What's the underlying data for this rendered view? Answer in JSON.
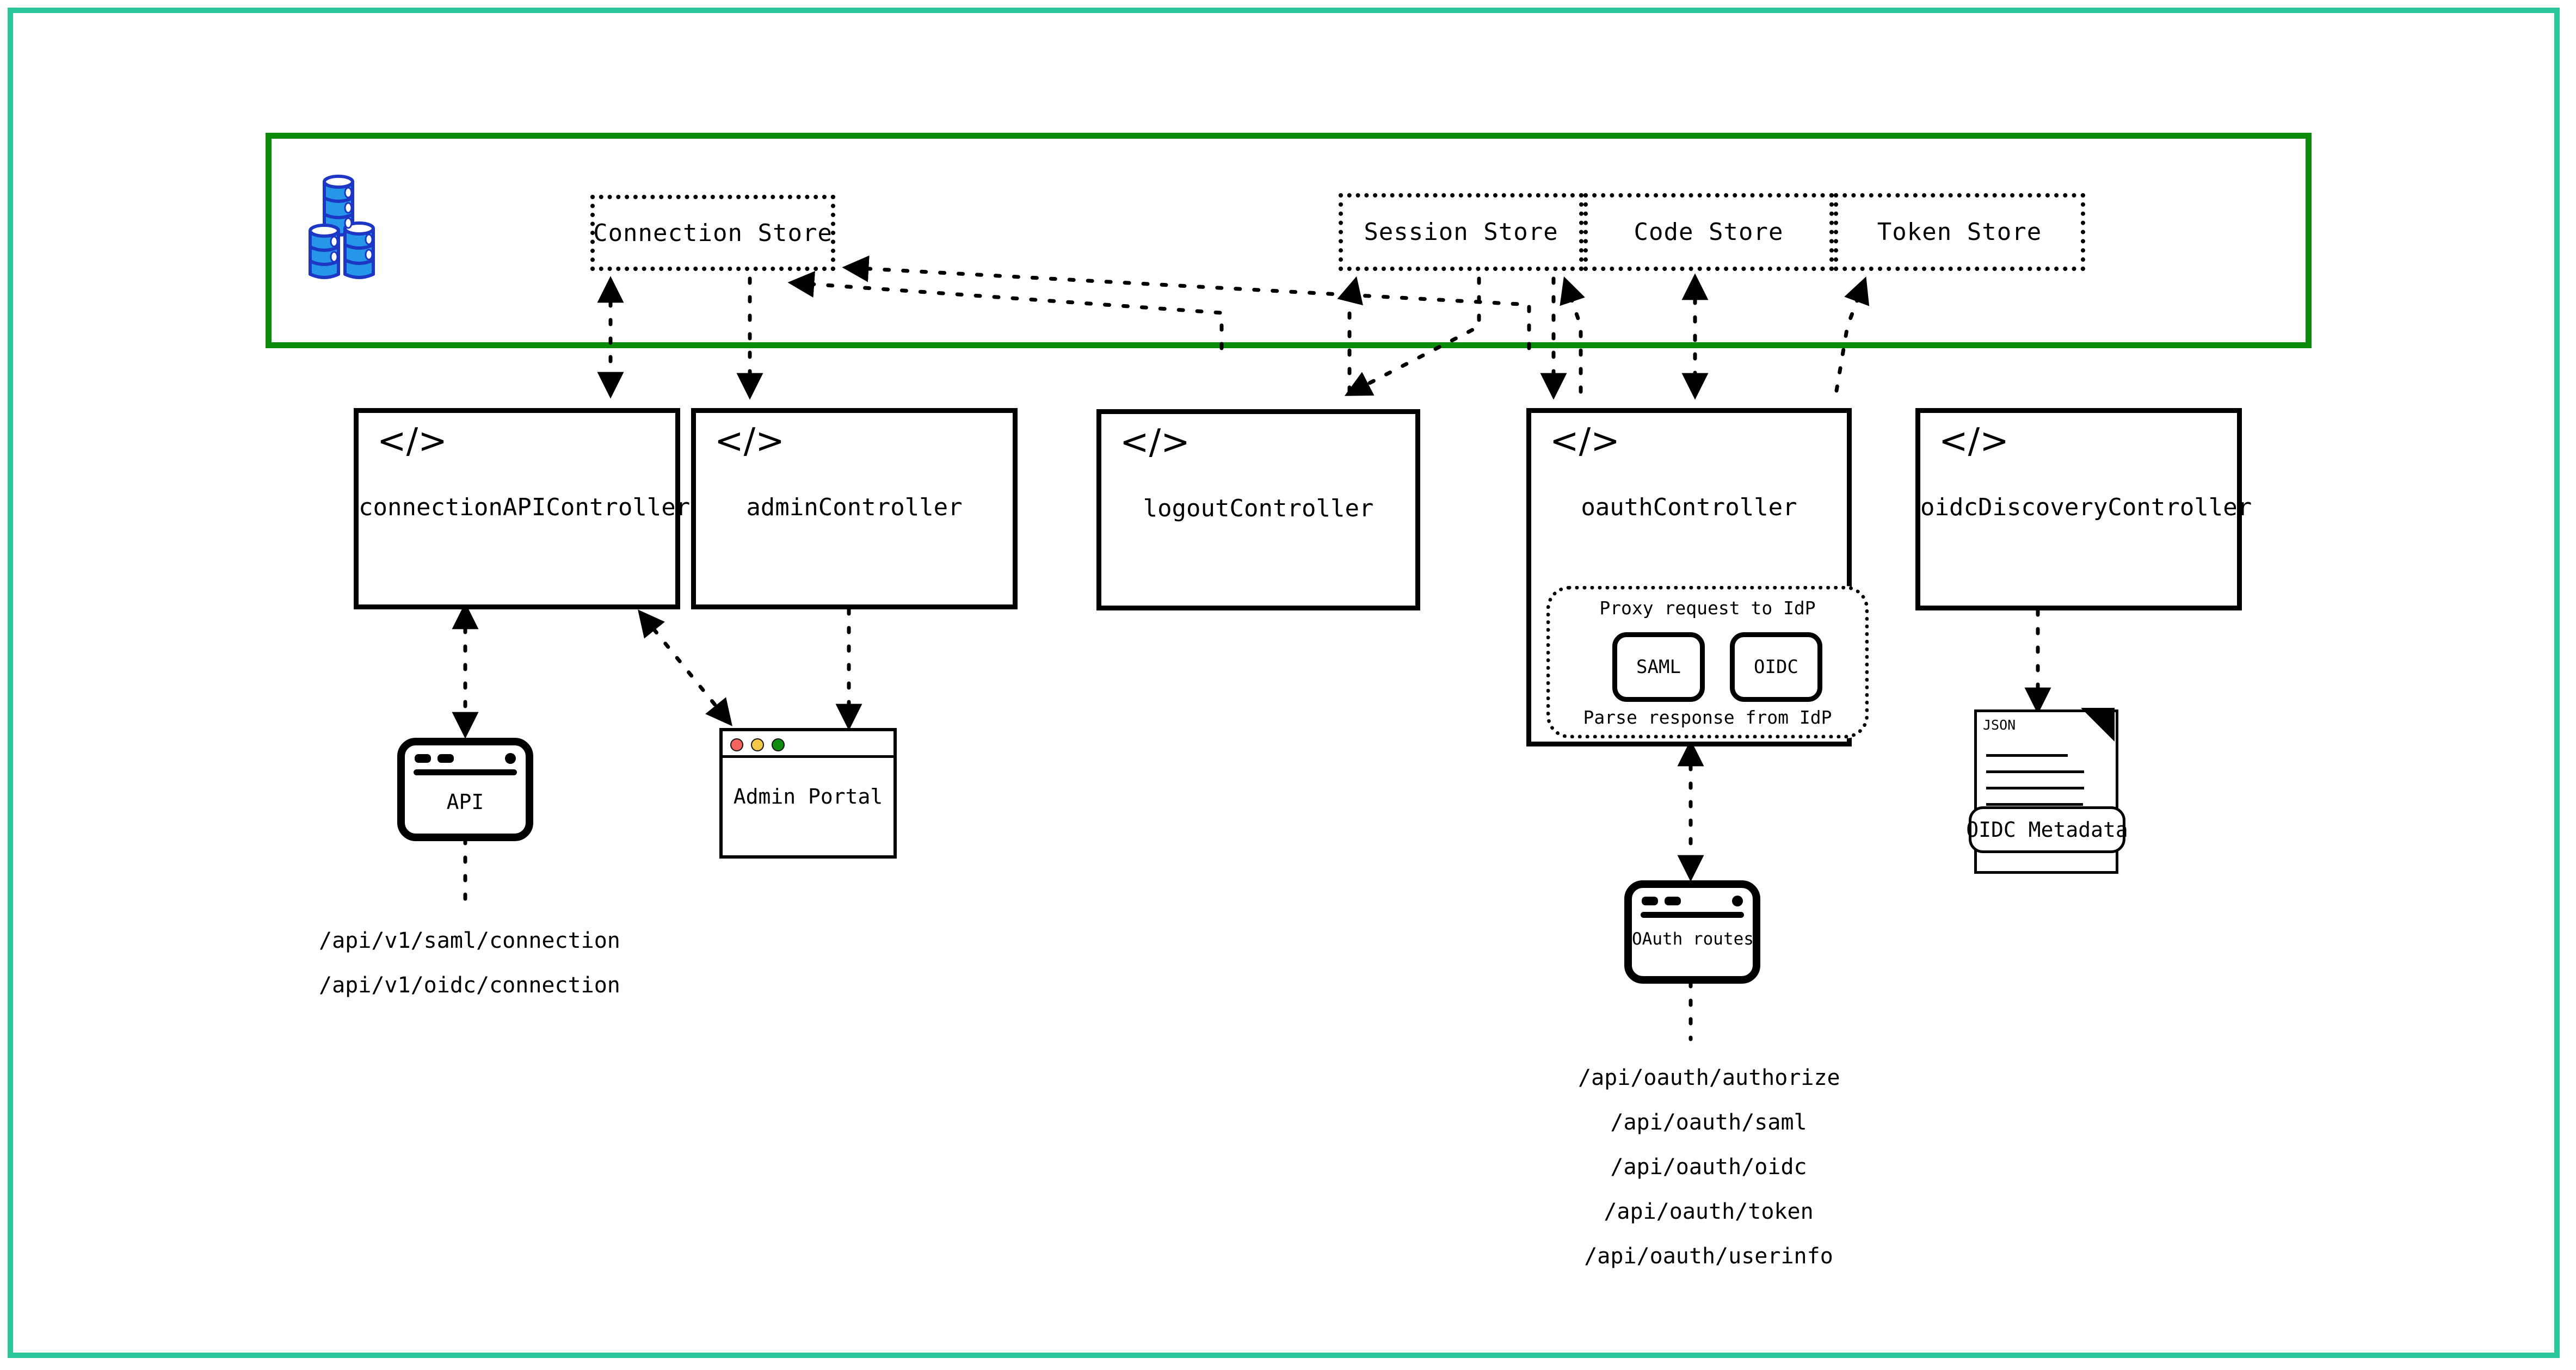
{
  "colors": {
    "outer_frame": "#2bc79b",
    "store_container": "#0b8a0b",
    "db_cylinder": "#2596e8",
    "db_outline": "#1d36c4",
    "traffic_red": "#f4635e",
    "traffic_yellow": "#f3c84a",
    "traffic_green": "#0f8b0f"
  },
  "stores": [
    {
      "id": "connection-store",
      "label": "Connection Store"
    },
    {
      "id": "session-store",
      "label": "Session Store"
    },
    {
      "id": "code-store",
      "label": "Code Store"
    },
    {
      "id": "token-store",
      "label": "Token Store"
    }
  ],
  "controllers": [
    {
      "id": "connection-api-controller",
      "label": "connectionAPIController",
      "icon": "code-icon"
    },
    {
      "id": "admin-controller",
      "label": "adminController",
      "icon": "code-icon"
    },
    {
      "id": "logout-controller",
      "label": "logoutController",
      "icon": "code-icon"
    },
    {
      "id": "oauth-controller",
      "label": "oauthController",
      "icon": "code-icon"
    },
    {
      "id": "oidc-discovery-controller",
      "label": "oidcDiscoveryController",
      "icon": "code-icon"
    }
  ],
  "code_icon_glyph": "</>",
  "proxy_group": {
    "top_label": "Proxy request to IdP",
    "bottom_label": "Parse response from IdP",
    "protocols": [
      {
        "id": "saml-chip",
        "label": "SAML"
      },
      {
        "id": "oidc-chip",
        "label": "OIDC"
      }
    ]
  },
  "endpoints": {
    "api_window_label": "API",
    "connection_paths": [
      "/api/v1/saml/connection",
      "/api/v1/oidc/connection"
    ],
    "oauth_window_label": "OAuth routes",
    "oauth_paths": [
      "/api/oauth/authorize",
      "/api/oauth/saml",
      "/api/oauth/oidc",
      "/api/oauth/token",
      "/api/oauth/userinfo"
    ]
  },
  "admin_portal": {
    "label": "Admin Portal"
  },
  "oidc_metadata": {
    "file_type": "JSON",
    "label": "OIDC Metadata"
  }
}
